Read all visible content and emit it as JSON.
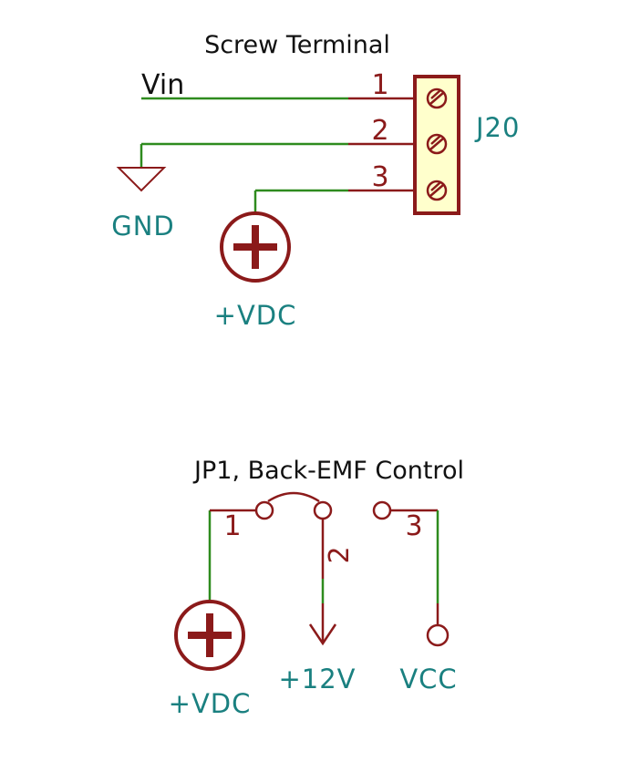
{
  "screw_terminal": {
    "title": "Screw Terminal",
    "ref": "J20",
    "pins": [
      "1",
      "2",
      "3"
    ],
    "vin_label": "Vin",
    "gnd_label": "GND",
    "vdc_label": "+VDC"
  },
  "jumper": {
    "title": "JP1, Back-EMF Control",
    "pins": [
      "1",
      "2",
      "3"
    ],
    "vdc_label": "+VDC",
    "v12_label": "+12V",
    "vcc_label": "VCC"
  },
  "colors": {
    "wire": "#2e8b1e",
    "component": "#8b1a1a",
    "net_label": "#1a8080",
    "body_fill": "#ffffcc"
  }
}
